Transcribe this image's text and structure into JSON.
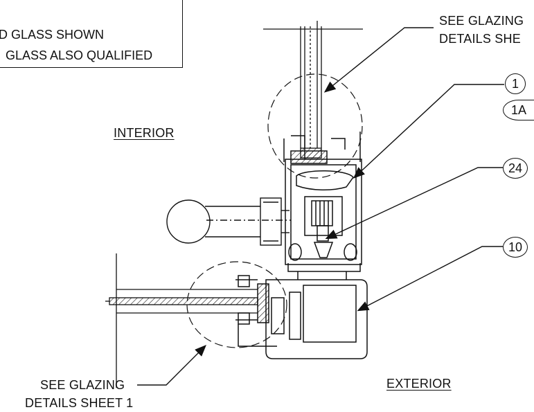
{
  "note_box": {
    "line1": "D GLASS SHOWN",
    "line2": "GLASS ALSO QUALIFIED"
  },
  "labels": {
    "glazing_top_line1": "SEE GLAZING",
    "glazing_top_line2": "DETAILS SHE",
    "glazing_bottom_line1": "SEE GLAZING",
    "glazing_bottom_line2": "DETAILS SHEET 1",
    "interior": "INTERIOR",
    "exterior": "EXTERIOR"
  },
  "callouts": {
    "item_1": "1",
    "item_1a": "1A",
    "item_24": "24",
    "item_10": "10"
  }
}
